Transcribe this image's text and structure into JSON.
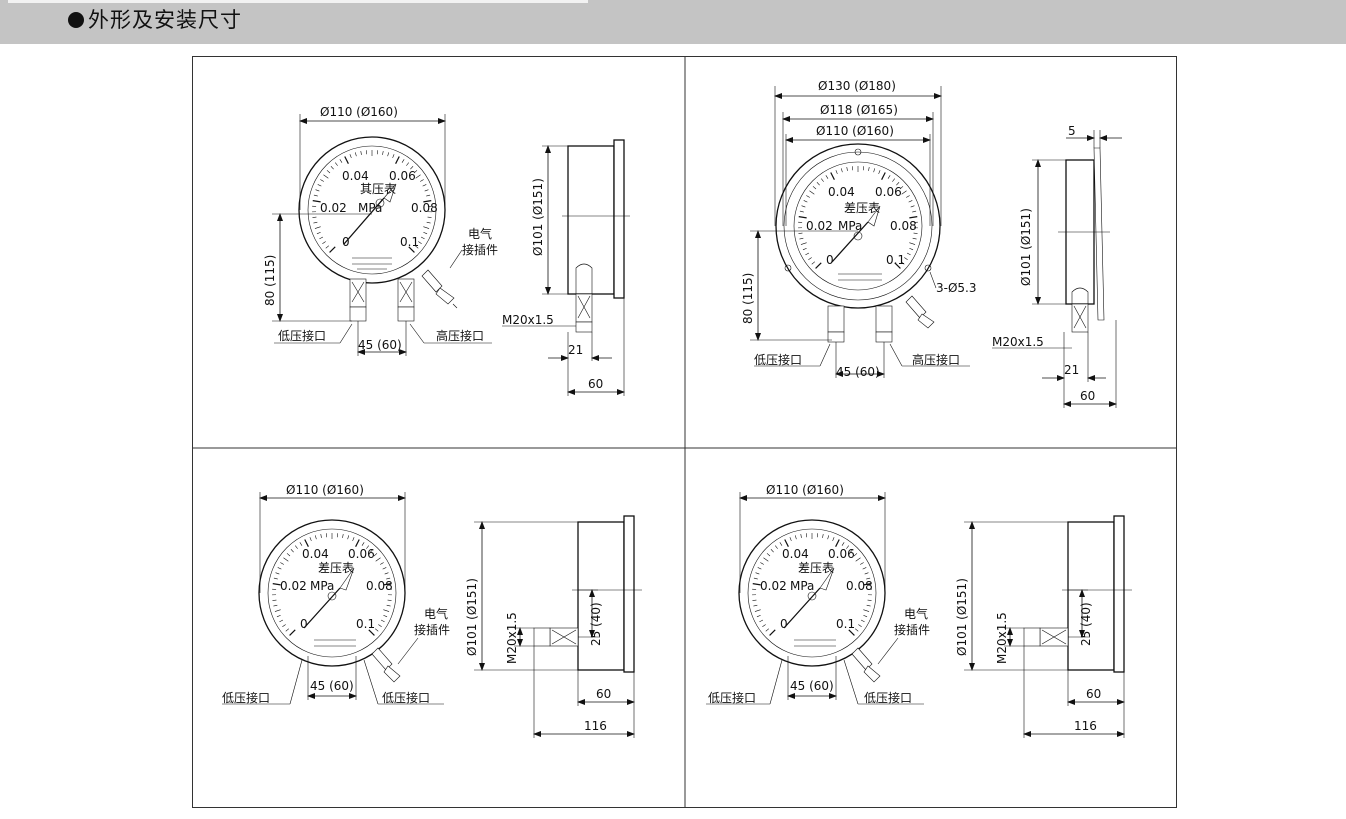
{
  "header": {
    "title": "外形及安装尺寸"
  },
  "views": {
    "v1": {
      "dial_dia": "Ø110 (Ø160)",
      "side_dia": "Ø101 (Ø151)",
      "height": "80 (115)",
      "thread": "M20x1.5",
      "d21": "21",
      "d60": "60",
      "spacing": "45 (60)",
      "low_port": "低压接口",
      "high_port": "高压接口",
      "connector_1": "电气",
      "connector_2": "接插件"
    },
    "v2": {
      "outer_dia": "Ø130 (Ø180)",
      "mid_dia": "Ø118 (Ø165)",
      "dial_dia": "Ø110 (Ø160)",
      "side_dia": "Ø101 (Ø151)",
      "height": "80 (115)",
      "holes": "3-Ø5.3",
      "d5": "5",
      "thread": "M20x1.5",
      "d21": "21",
      "d60": "60",
      "spacing": "45 (60)",
      "low_port": "低压接口",
      "high_port": "高压接口"
    },
    "v3": {
      "dial_dia": "Ø110 (Ø160)",
      "side_dia": "Ø101 (Ø151)",
      "thread": "M20x1.5",
      "d25": "25 (40)",
      "d60": "60",
      "d116": "116",
      "spacing": "45 (60)",
      "low_port_left": "低压接口",
      "low_port_right": "低压接口",
      "connector_1": "电气",
      "connector_2": "接插件"
    },
    "v4": {
      "dial_dia": "Ø110 (Ø160)",
      "side_dia": "Ø101 (Ø151)",
      "thread": "M20x1.5",
      "d25": "25 (40)",
      "d60": "60",
      "d116": "116",
      "spacing": "45 (60)",
      "low_port_left": "低压接口",
      "low_port_right": "低压接口",
      "connector_1": "电气",
      "connector_2": "接插件"
    }
  },
  "gauge": {
    "unit": "MPa",
    "name_1": "其压表",
    "name_2": "差压表",
    "ticks": [
      "0",
      "0.02",
      "0.04",
      "0.06",
      "0.08",
      "0.1"
    ]
  }
}
